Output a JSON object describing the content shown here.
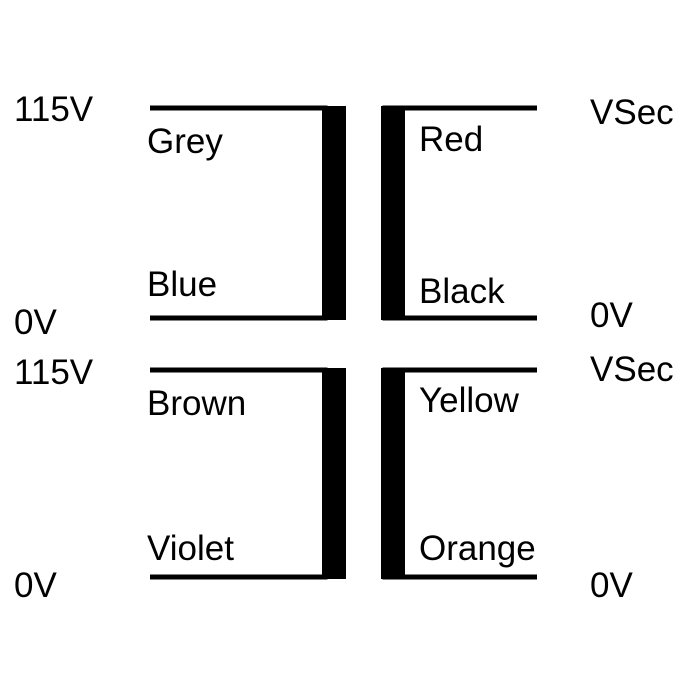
{
  "colors": {
    "ink": "#000000",
    "background": "#ffffff"
  },
  "transformers": [
    {
      "primary": {
        "top_voltage": "115V",
        "bottom_voltage": "0V",
        "top_wire": "Grey",
        "bottom_wire": "Blue"
      },
      "secondary": {
        "top_voltage": "VSec",
        "bottom_voltage": "0V",
        "top_wire": "Red",
        "bottom_wire": "Black"
      }
    },
    {
      "primary": {
        "top_voltage": "115V",
        "bottom_voltage": "0V",
        "top_wire": "Brown",
        "bottom_wire": "Violet"
      },
      "secondary": {
        "top_voltage": "VSec",
        "bottom_voltage": "0V",
        "top_wire": "Yellow",
        "bottom_wire": "Orange"
      }
    }
  ]
}
